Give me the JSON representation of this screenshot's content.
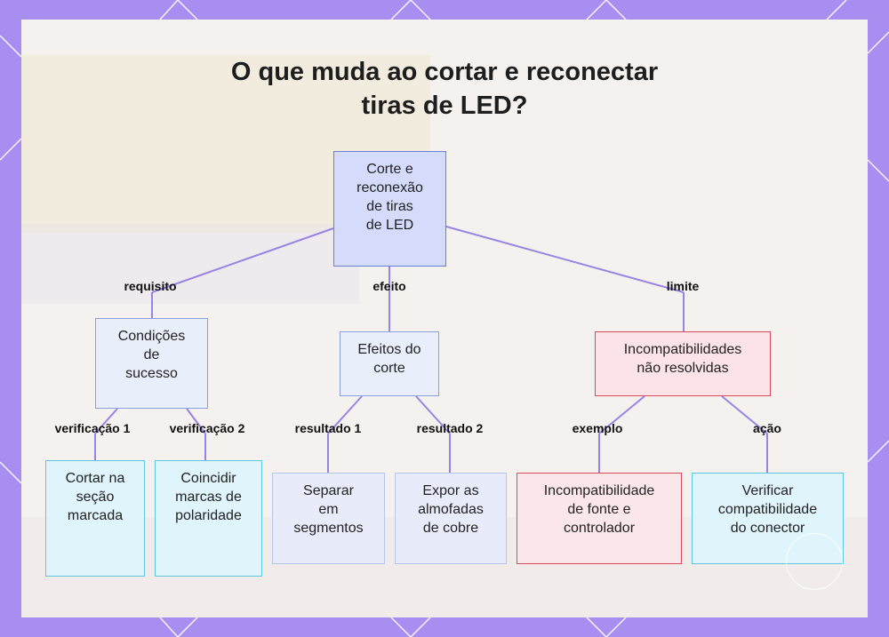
{
  "title": {
    "line1": "O que muda ao cortar e reconectar",
    "line2": "tiras de LED?"
  },
  "nodes": {
    "root": [
      "Corte e",
      "reconexão",
      "de tiras",
      "de LED"
    ],
    "conditions": [
      "Condições",
      "de",
      "sucesso"
    ],
    "effects": [
      "Efeitos do",
      "corte"
    ],
    "incompat": [
      "Incompatibilidades",
      "não resolvidas"
    ],
    "cut_marked": [
      "Cortar na",
      "seção",
      "marcada"
    ],
    "polarity": [
      "Coincidir",
      "marcas de",
      "polaridade"
    ],
    "separate": [
      "Separar",
      "em",
      "segmentos"
    ],
    "expose": [
      "Expor as",
      "almofadas",
      "de cobre"
    ],
    "psu": [
      "Incompatibilidade",
      "de fonte e",
      "controlador"
    ],
    "connector": [
      "Verificar",
      "compatibilidade",
      "do conector"
    ]
  },
  "edge_labels": {
    "requisito": "requisito",
    "efeito": "efeito",
    "limite": "limite",
    "verificacao1": "verificação 1",
    "verificacao2": "verificação 2",
    "resultado1": "resultado 1",
    "resultado2": "resultado 2",
    "exemplo": "exemplo",
    "acao": "ação"
  },
  "colors": {
    "frame": "#a98ef2",
    "edge": "#9b83e6",
    "root_fill": "#d4dbfb",
    "red_border": "#d94b5c",
    "cyan_border": "#5fc6de"
  }
}
